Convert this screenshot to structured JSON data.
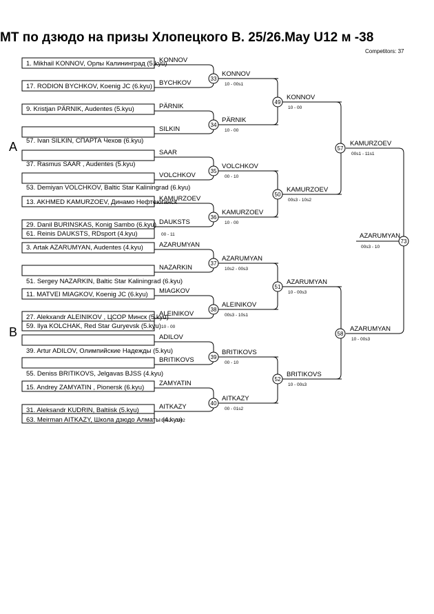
{
  "header": {
    "title": "MT по дзюдо на призы Хлопецкого В.  25/26.May    U12 м -38",
    "competitors": "Competitors: 37"
  },
  "pools": [
    "A",
    "B"
  ],
  "entries": [
    "1. Mikhail KONNOV, Орлы Калининград (5.kyu)",
    "17. RODION BYCHKOV, Koenig JC (6.kyu)",
    "9. Kristjan PÄRNIK, Audentes (5.kyu)",
    "",
    "57. Ivan SILKIN, СПАРТА Чехов (6.kyu)",
    "37. Rasmus SAAR , Audentes (5.kyu)",
    "",
    "53. Demiyan VOLCHKOV, Baltic Star Kaliningrad (6.kyu)",
    "13. AKHMED KAMURZOEV, Динамо Нефтеюганск",
    "29. Danil BURINSKAS, Konig Sambo (6.kyu)",
    "61. Reinis DAUKSTS, RDsport (4.kyu)",
    "3. Artak AZARUMYAN, Audentes (4.kyu)",
    "",
    "51. Sergey NAZARKIN, Baltic Star Kaliningrad (6.kyu)",
    "11. MATVEI MIAGKOV, Koenig JC (6.kyu)",
    "27. Alekxandr ALEINIKOV , ЦСОР Минск (5.kyu)",
    "59. Ilya KOLCHAK, Red Star Guryevsk (5.kyu)",
    "",
    "39. Artur ADILOV, Олимпийские Надежды (5.kyu)",
    "55. Deniss BRITIKOVS, Jelgavas BJSS (4.kyu)",
    "15. Andrey ZAMYATIN , Pionersk (6.kyu)",
    "31. Aleksandr KUDRIN, Baltiisk (5.kyu)",
    "63. Meirman AITKAZY, Школа дзюдо Алматы (4.kyu)"
  ],
  "r1_names": [
    "KONNOV",
    "BYCHKOV",
    "PÄRNIK",
    "SILKIN",
    "SAAR",
    "VOLCHKOV",
    "KAMURZOEV",
    "DAUKSTS",
    "AZARUMYAN",
    "NAZARKIN",
    "MIAGKOV",
    "ALEINIKOV",
    "ADILOV",
    "BRITIKOVS",
    "ZAMYATIN",
    "AITKAZY"
  ],
  "r1_prelim": [
    {
      "winner": "DAUKSTS",
      "score": "00 - 11"
    },
    {
      "winner": "ALEINIKOV",
      "score": "10 - 00"
    },
    {
      "winner": "AITKAZY",
      "score": "0062 - 0002"
    }
  ],
  "r1": [
    {
      "num": "33",
      "winner": "KONNOV",
      "score": "10 - 00s1"
    },
    {
      "num": "34",
      "winner": "PÄRNIK",
      "score": "10 - 00"
    },
    {
      "num": "35",
      "winner": "VOLCHKOV",
      "score": "00 - 10"
    },
    {
      "num": "36",
      "winner": "KAMURZOEV",
      "score": "10 - 00"
    },
    {
      "num": "37",
      "winner": "AZARUMYAN",
      "score": "10s2 - 00s3"
    },
    {
      "num": "38",
      "winner": "ALEINIKOV",
      "score": "00s3 - 10s1"
    },
    {
      "num": "39",
      "winner": "BRITIKOVS",
      "score": "00 - 10"
    },
    {
      "num": "40",
      "winner": "AITKAZY",
      "score": "00 - 01s2"
    }
  ],
  "r2": [
    {
      "num": "49",
      "winner": "KONNOV",
      "score": "10 - 00"
    },
    {
      "num": "50",
      "winner": "KAMURZOEV",
      "score": "00s3 - 10s2"
    },
    {
      "num": "51",
      "winner": "AZARUMYAN",
      "score": "10 - 00s3"
    },
    {
      "num": "52",
      "winner": "BRITIKOVS",
      "score": "10 - 00s3"
    }
  ],
  "r3": [
    {
      "num": "57",
      "winner": "KAMURZOEV",
      "score": "00s1 - 11s1"
    },
    {
      "num": "58",
      "winner": "AZARUMYAN",
      "score": "10 - 00s3"
    }
  ],
  "final": {
    "num": "73",
    "winner": "AZARUMYAN",
    "score": "00s3 - 10"
  }
}
